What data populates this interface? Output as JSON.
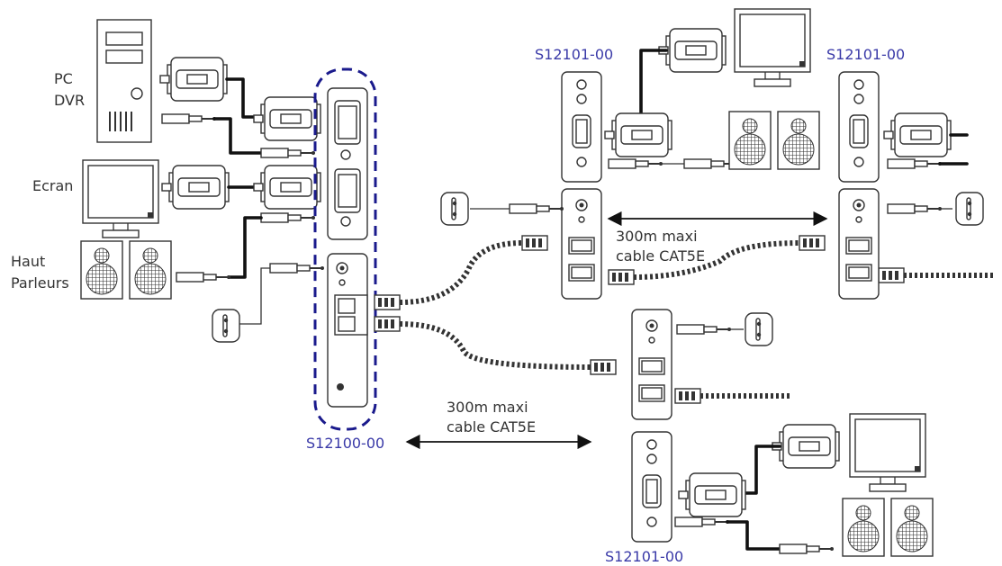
{
  "source_labels": {
    "pc": "PC",
    "dvr": "DVR",
    "screen": "Ecran",
    "speakers_line1": "Haut",
    "speakers_line2": "Parleurs"
  },
  "units": {
    "transmitter": "S12100-00",
    "receiver_top_left": "S12101-00",
    "receiver_top_right": "S12101-00",
    "receiver_bottom": "S12101-00"
  },
  "links": {
    "top": {
      "line1": "300m maxi",
      "line2": "cable CAT5E"
    },
    "bottom": {
      "line1": "300m maxi",
      "line2": "cable CAT5E"
    }
  },
  "colors": {
    "unit_label": "#3a3aa8",
    "dashed_outline": "#1a1a8c",
    "line": "#333333"
  }
}
